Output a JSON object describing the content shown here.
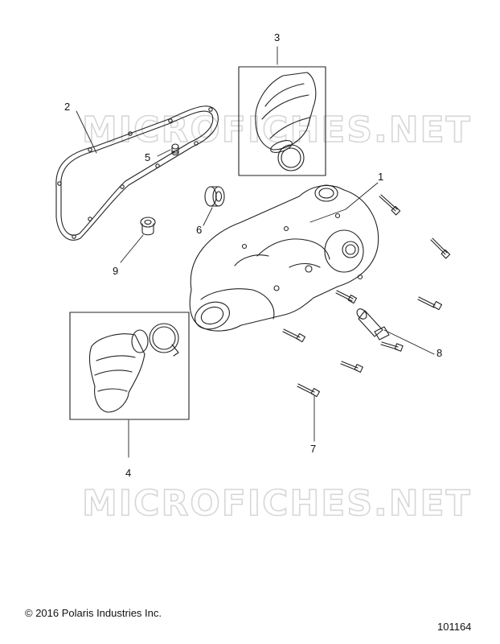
{
  "watermark_text": "MICROFICHES.NET",
  "copyright": "© 2016 Polaris Industries Inc.",
  "figure_number": "101164",
  "callouts": {
    "c1": "1",
    "c2": "2",
    "c3": "3",
    "c4": "4",
    "c5": "5",
    "c6": "6",
    "c7": "7",
    "c8": "8",
    "c9": "9"
  },
  "parts": [
    {
      "callout": "1",
      "icon": "clutch-cover-icon"
    },
    {
      "callout": "2",
      "icon": "gasket-icon"
    },
    {
      "callout": "3",
      "icon": "intake-duct-icon"
    },
    {
      "callout": "4",
      "icon": "outlet-duct-icon"
    },
    {
      "callout": "5",
      "icon": "dowel-pin-icon"
    },
    {
      "callout": "6",
      "icon": "bearing-icon"
    },
    {
      "callout": "7",
      "icon": "bolt-icon"
    },
    {
      "callout": "8",
      "icon": "standoff-icon"
    },
    {
      "callout": "9",
      "icon": "bushing-icon"
    }
  ],
  "colors": {
    "line": "#222222",
    "watermark": "#d7d7d7"
  }
}
